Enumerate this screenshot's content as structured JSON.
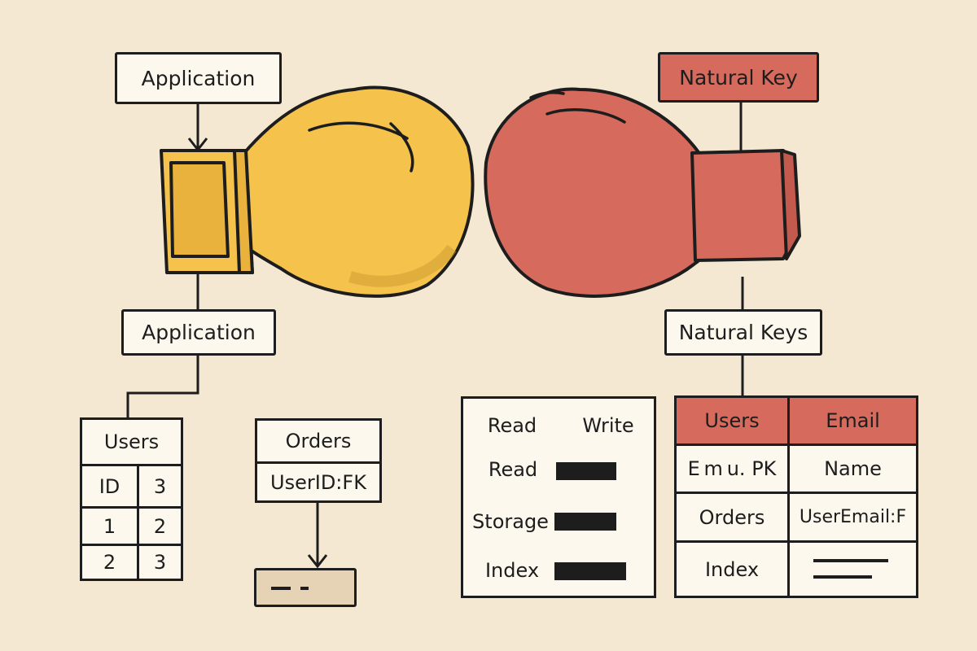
{
  "left": {
    "top_label": "Application",
    "mid_label": "Application",
    "users_table": {
      "title": "Users",
      "rows": [
        [
          "ID",
          "3"
        ],
        [
          "1",
          "2"
        ],
        [
          "2",
          "3"
        ]
      ]
    },
    "orders_table": {
      "title": "Orders",
      "field": "UserID:FK"
    }
  },
  "right": {
    "top_label": "Natural Key",
    "mid_label": "Natural Keys",
    "compare_table": {
      "headers": [
        "Read",
        "Write"
      ],
      "rows": [
        "Read",
        "Storage",
        "Index"
      ]
    },
    "natural_table": {
      "headers": [
        "Users",
        "Email"
      ],
      "rows": [
        [
          "E m u. PK",
          "Name"
        ],
        [
          "Orders",
          "UserEmail:F"
        ],
        [
          "Index",
          ""
        ]
      ]
    }
  },
  "colors": {
    "background": "#f5e8d2",
    "yellow_glove": "#f5c24c",
    "red_glove": "#d66a5c",
    "ink": "#1d1d1d"
  },
  "icons": [
    "yellow-boxing-glove-icon",
    "red-boxing-glove-icon"
  ]
}
